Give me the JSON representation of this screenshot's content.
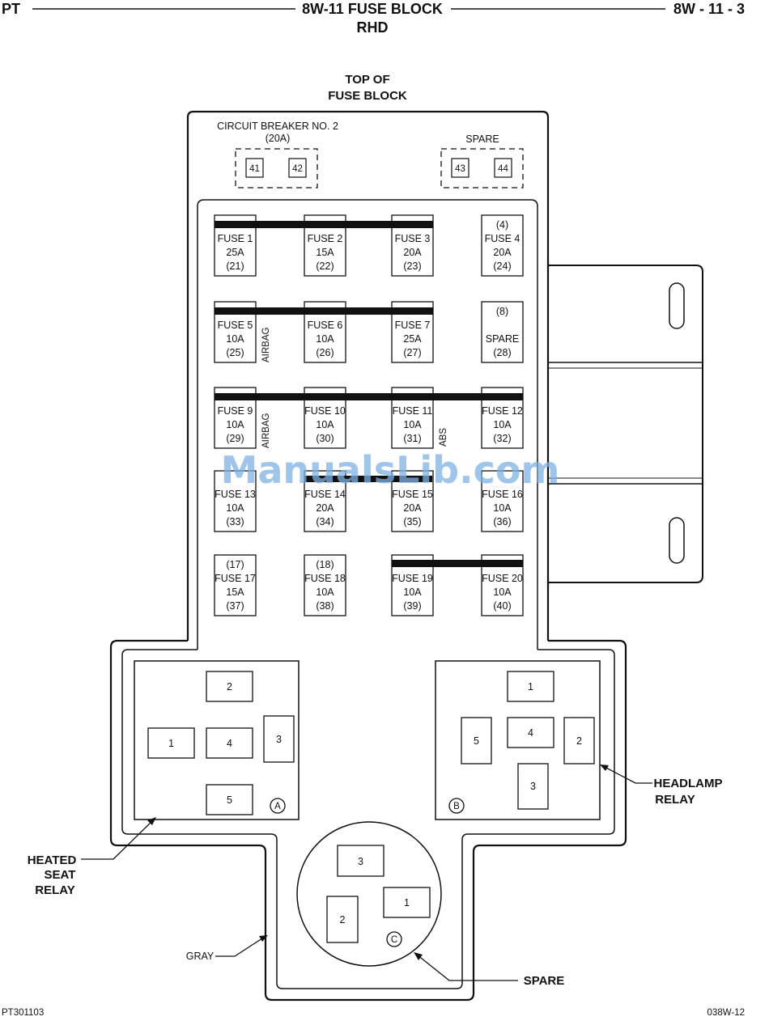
{
  "header": {
    "left": "PT",
    "title_line1": "8W-11 FUSE BLOCK",
    "title_line2": "RHD",
    "right": "8W - 11 - 3"
  },
  "top_label": [
    "TOP OF",
    "FUSE BLOCK"
  ],
  "circuit_breaker": {
    "label_line1": "CIRCUIT BREAKER NO. 2",
    "label_line2": "(20A)",
    "cavities": [
      "41",
      "42"
    ]
  },
  "spare_top": {
    "label": "SPARE",
    "cavities": [
      "43",
      "44"
    ]
  },
  "fuses": [
    {
      "top": "",
      "name": "FUSE 1",
      "amps": "25A",
      "cavity": "(21)"
    },
    {
      "top": "",
      "name": "FUSE 2",
      "amps": "15A",
      "cavity": "(22)"
    },
    {
      "top": "",
      "name": "FUSE 3",
      "amps": "20A",
      "cavity": "(23)"
    },
    {
      "top": "(4)",
      "name": "FUSE 4",
      "amps": "20A",
      "cavity": "(24)"
    },
    {
      "top": "",
      "name": "FUSE 5",
      "amps": "10A",
      "cavity": "(25)"
    },
    {
      "top": "",
      "name": "FUSE 6",
      "amps": "10A",
      "cavity": "(26)"
    },
    {
      "top": "",
      "name": "FUSE 7",
      "amps": "25A",
      "cavity": "(27)"
    },
    {
      "top": "(8)",
      "name": "",
      "amps": "SPARE",
      "cavity": "(28)"
    },
    {
      "top": "",
      "name": "FUSE 9",
      "amps": "10A",
      "cavity": "(29)"
    },
    {
      "top": "",
      "name": "FUSE 10",
      "amps": "10A",
      "cavity": "(30)"
    },
    {
      "top": "",
      "name": "FUSE 11",
      "amps": "10A",
      "cavity": "(31)"
    },
    {
      "top": "",
      "name": "FUSE 12",
      "amps": "10A",
      "cavity": "(32)"
    },
    {
      "top": "",
      "name": "FUSE 13",
      "amps": "10A",
      "cavity": "(33)"
    },
    {
      "top": "",
      "name": "FUSE 14",
      "amps": "20A",
      "cavity": "(34)"
    },
    {
      "top": "",
      "name": "FUSE 15",
      "amps": "20A",
      "cavity": "(35)"
    },
    {
      "top": "",
      "name": "FUSE 16",
      "amps": "10A",
      "cavity": "(36)"
    },
    {
      "top": "(17)",
      "name": "FUSE 17",
      "amps": "15A",
      "cavity": "(37)"
    },
    {
      "top": "(18)",
      "name": "FUSE 18",
      "amps": "10A",
      "cavity": "(38)"
    },
    {
      "top": "",
      "name": "FUSE 19",
      "amps": "10A",
      "cavity": "(39)"
    },
    {
      "top": "",
      "name": "FUSE 20",
      "amps": "10A",
      "cavity": "(40)"
    }
  ],
  "side_labels": {
    "airbag_1": "AIRBAG",
    "airbag_2": "AIRBAG",
    "abs": "ABS"
  },
  "relay_a": {
    "letter": "A",
    "pins": [
      "2",
      "1",
      "4",
      "3",
      "5"
    ],
    "callout": [
      "HEATED",
      "SEAT",
      "RELAY"
    ]
  },
  "relay_b": {
    "letter": "B",
    "pins": [
      "1",
      "5",
      "4",
      "2",
      "3"
    ],
    "callout": [
      "HEADLAMP",
      "RELAY"
    ]
  },
  "relay_c": {
    "letter": "C",
    "pins": [
      "3",
      "2",
      "1"
    ],
    "callout": "SPARE"
  },
  "gray_label": "GRAY",
  "footer": {
    "left": "PT301103",
    "right": "038W-12"
  },
  "watermark": "ManualsLib.com"
}
